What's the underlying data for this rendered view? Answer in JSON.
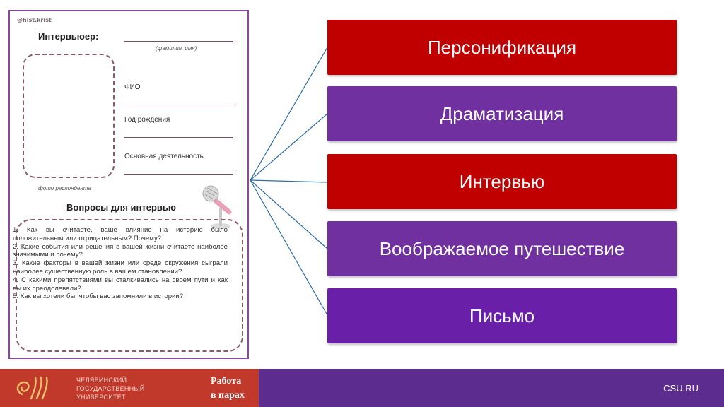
{
  "worksheet": {
    "handle": "@hist.krist",
    "interviewer_label": "Интервьюер:",
    "name_hint": "(фамилия, имя)",
    "photo_caption": "фото респондента",
    "fields": [
      "ФИО",
      "Год рождения",
      "Основная деятельность"
    ],
    "questions_title": "Вопросы для интервью",
    "questions": [
      "1. Как вы считаете, ваше влияние на историю было положительным или отрицательным? Почему?",
      "2. Какие события или решения в вашей жизни считаете наиболее значимыми и почему?",
      "3. Какие факторы в вашей жизни или среде окружения сыграли наиболее существенную роль в вашем становлении?",
      "4. С какими препятствиями вы сталкивались на своем пути и как вы их преодолевали?",
      "5. Как вы хотели бы, чтобы вас запомнили в истории?"
    ]
  },
  "topics": [
    {
      "label": "Персонификация",
      "color": "#c00000"
    },
    {
      "label": "Драматизация",
      "color": "#7030a0"
    },
    {
      "label": "Интервью",
      "color": "#c00000"
    },
    {
      "label": "Воображаемое путешествие",
      "color": "#7030a0"
    },
    {
      "label": "Письмо",
      "color": "#6a1fa8"
    }
  ],
  "footer": {
    "university": [
      "ЧЕЛЯБИНСКИЙ",
      "ГОСУДАРСТВЕННЫЙ",
      "УНИВЕРСИТЕТ"
    ],
    "work_lines": [
      "Работа",
      "в парах"
    ],
    "site": "CSU.RU",
    "left_color": "#c0392b",
    "right_color": "#5c2d8e"
  }
}
